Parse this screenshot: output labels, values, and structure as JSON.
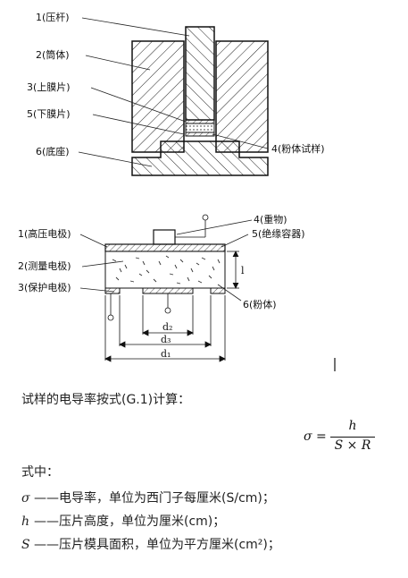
{
  "fig1": {
    "labels": {
      "l1": "1(压杆)",
      "l2": "2(筒体)",
      "l3": "3(上膜片)",
      "l5": "5(下膜片)",
      "l6": "6(底座)",
      "l4": "4(粉体试样)"
    }
  },
  "fig2": {
    "labels": {
      "l1": "1(高压电极)",
      "l2": "2(测量电极)",
      "l3": "3(保护电极)",
      "l4": "4(重物)",
      "l5": "5(绝缘容器)",
      "l6": "6(粉体)",
      "dim_l": "l",
      "d2": "d₂",
      "d3": "d₃",
      "d1": "d₁"
    }
  },
  "text": {
    "intro": "试样的电导率按式(G.1)计算：",
    "formula": {
      "lhs": "σ",
      "eq": "=",
      "num": "h",
      "den": "S × R"
    },
    "where": "式中：",
    "defs": [
      {
        "sym": "σ",
        "desc": "——电导率，单位为西门子每厘米(S/cm)；"
      },
      {
        "sym": "h",
        "desc": "——压片高度，单位为厘米(cm)；"
      },
      {
        "sym": "S",
        "desc": "——压片模具面积，单位为平方厘米(cm²)；"
      }
    ]
  }
}
